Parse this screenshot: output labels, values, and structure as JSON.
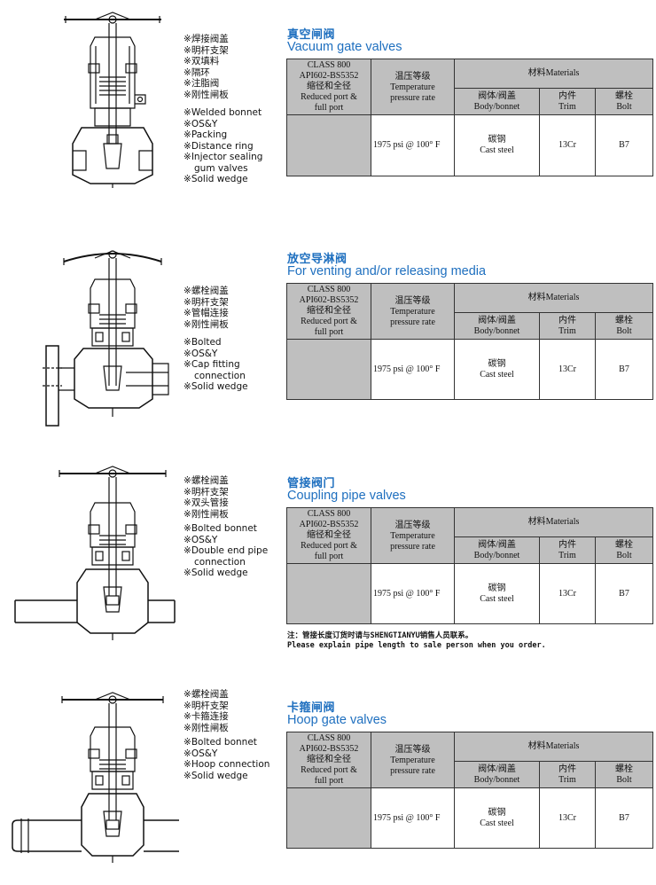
{
  "sections": [
    {
      "title_cn": "真空闸阀",
      "title_en": "Vacuum gate valves",
      "features_cn": [
        "焊接阀盖",
        "明杆支架",
        "双填料",
        "隔环",
        "注脂阀",
        "刚性闸板"
      ],
      "features_en": [
        [
          "Welded bonnet"
        ],
        [
          "OS&Y"
        ],
        [
          "Packing"
        ],
        [
          "Distance ring"
        ],
        [
          "Injector sealing",
          "gum valves"
        ],
        [
          "Solid wedge"
        ]
      ]
    },
    {
      "title_cn": "放空导淋阀",
      "title_en": "For venting and/or releasing media",
      "features_cn": [
        "螺栓阀盖",
        "明杆支架",
        "管帽连接",
        "刚性闸板"
      ],
      "features_en": [
        [
          "Bolted"
        ],
        [
          "OS&Y"
        ],
        [
          "Cap fitting",
          "connection"
        ],
        [
          "Solid wedge"
        ]
      ]
    },
    {
      "title_cn": "管接阀门",
      "title_en": "Coupling pipe valves",
      "features_cn": [
        "螺栓阀盖",
        "明杆支架",
        "双头管接",
        "刚性闸板"
      ],
      "features_en": [
        [
          "Bolted bonnet"
        ],
        [
          "OS&Y"
        ],
        [
          "Double end pipe",
          "connection"
        ],
        [
          "Solid wedge"
        ]
      ]
    },
    {
      "title_cn": "卡箍闸阀",
      "title_en": "Hoop gate valves",
      "features_cn": [
        "螺栓阀盖",
        "明杆支架",
        "卡箍连接",
        "刚性闸板"
      ],
      "features_en": [
        [
          "Bolted bonnet"
        ],
        [
          "OS&Y"
        ],
        [
          "Hoop connection"
        ],
        [
          "Solid wedge"
        ]
      ]
    }
  ],
  "bullet": "※",
  "table": {
    "class_lines": [
      "CLASS 800",
      "API602-BS5352",
      "缩径和全径",
      "Reduced port &",
      "full port"
    ],
    "temp_cn": "温压等级",
    "temp_en": "Temperature pressure rate",
    "materials": "材料Materials",
    "body_cn": "阀体/阀盖",
    "body_en": "Body/bonnet",
    "trim_cn": "内件",
    "trim_en": "Trim",
    "bolt_cn": "螺栓",
    "bolt_en": "Bolt",
    "rating": "1975 psi @ 100° F",
    "body_val_cn": "碳钢",
    "body_val_en": "Cast steel",
    "trim_val": "13Cr",
    "bolt_val": "B7"
  },
  "note": {
    "cn": "注：管接长度订货时请与SHENGTIANYU销售人员联系。",
    "en": "Please explain pipe length to sale person when you order."
  },
  "colors": {
    "title_blue": "#1e6fbf",
    "header_gray": "#bfbfbf"
  }
}
